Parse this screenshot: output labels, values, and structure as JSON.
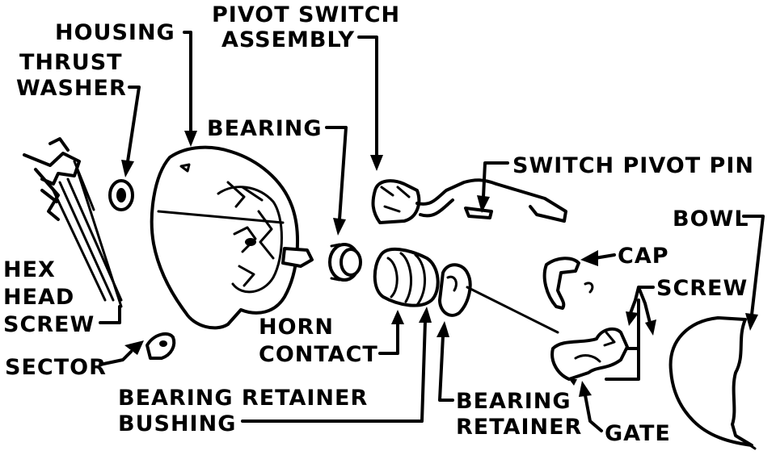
{
  "labels": {
    "housing": "HOUSING",
    "pivot_switch_line1": "PIVOT SWITCH",
    "pivot_switch_line2": "ASSEMBLY",
    "thrust_line1": "THRUST",
    "thrust_line2": "WASHER",
    "bearing": "BEARING",
    "switch_pivot_pin": "SWITCH PIVOT PIN",
    "bowl": "BOWL",
    "hex_line1": "HEX",
    "hex_line2": "HEAD",
    "hex_line3": "SCREW",
    "cap": "CAP",
    "screw": "SCREW",
    "horn_line1": "HORN",
    "horn_line2": "CONTACT",
    "sector": "SECTOR",
    "brb_line1": "BEARING RETAINER",
    "brb_line2": "BUSHING",
    "br_line1": "BEARING",
    "br_line2": "RETAINER",
    "gate": "GATE"
  }
}
